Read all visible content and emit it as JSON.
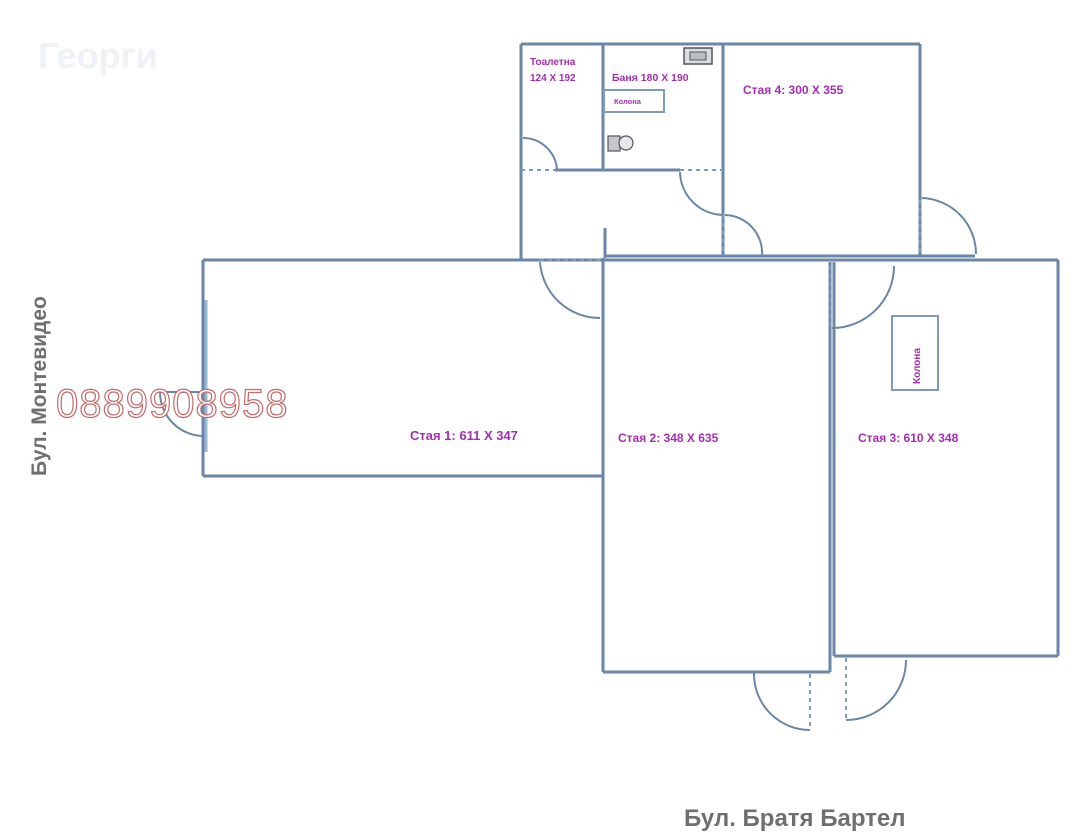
{
  "owner_watermark": "Георги",
  "phone": "0889908958",
  "streets": {
    "left": "Бул. Монтевидео",
    "bottom": "Бул. Братя Бартел"
  },
  "rooms": {
    "toilet_name": "Тоалетна",
    "toilet_size": "124 X 192",
    "bath": "Баня 180 X 190",
    "room1": "Стая 1: 611 X 347",
    "room2": "Стая 2: 348 X 635",
    "room3": "Стая 3: 610 X 348",
    "room4": "Стая 4: 300 X 355"
  },
  "columns": {
    "bath_column": "Колона",
    "room3_column": "Колона"
  },
  "colors": {
    "walls": "#6a87a8",
    "labels": "#a12fb0",
    "streets": "#6f6f6f",
    "phone_outline": "#c46a6a"
  }
}
